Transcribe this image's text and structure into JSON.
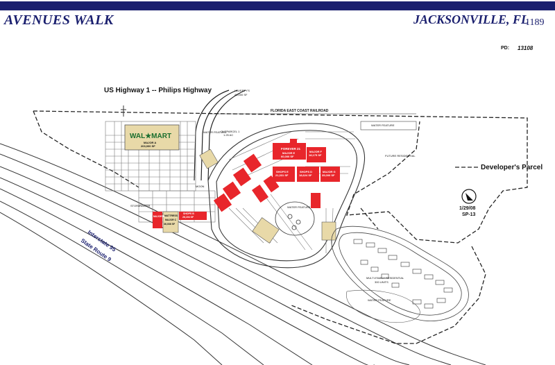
{
  "header": {
    "project_name": "AVENUES WALK",
    "location": "JACKSONVILLE, FL",
    "page_number": "1189",
    "pd_label": "PD:",
    "pd_value": "13108"
  },
  "labels": {
    "us_highway": "US Highway 1 -- Philips Highway",
    "railroad": "FLORIDA EAST COAST RAILROAD",
    "developers_parcel": "Developer's Parcel",
    "date": "1/29/08",
    "sheet": "SP-13",
    "interstate": "Interstate 95",
    "state_route": "State Route 9",
    "water_feature": "WATER FEATURE",
    "future_residential": "FUTURE RESIDENTIAL",
    "multi_family": "MULTI-FAMILY RESIDENTIAL",
    "multi_family_units": "300 UNITS",
    "havertys": "HAVERTY'S",
    "havertys_sf": "46,000 SF",
    "outparcel": "OUTPARCEL 1",
    "outparcel_ac": "1.25 AC",
    "stormwater": "STORMWATER",
    "walmart_name": "WAL★MART",
    "walmart_major": "MAJOR A",
    "walmart_sf": "203,000 SF",
    "forever21_name": "FOREVER 21",
    "forever21_major": "MAJOR E",
    "forever21_sf": "60,000 SF",
    "major_f": "MAJOR F",
    "major_f_sf": "18,175 SF",
    "major_g": "MAJOR G",
    "major_g_sf": "35,000 SF",
    "mattress": "MATTRESS",
    "major_c": "MAJOR C",
    "major_c_sf": "36,036 SF",
    "shops_b": "SHOPS B",
    "shops_b_sf": "26,194 SF",
    "shops_e": "SHOPS E",
    "shops_e_sf": "21,331 SF",
    "shops_d": "SHOPS D",
    "shops_d_sf": "18,624 SF",
    "major_b": "MAJOR B",
    "water_feature_center": "WATER FEATURE",
    "moon": "MOON"
  },
  "colors": {
    "header_navy": "#1a1f6e",
    "retail_red": "#e8262b",
    "anchor_tan": "#e8d9a8",
    "parking_line": "#666666",
    "road_line": "#222222"
  }
}
